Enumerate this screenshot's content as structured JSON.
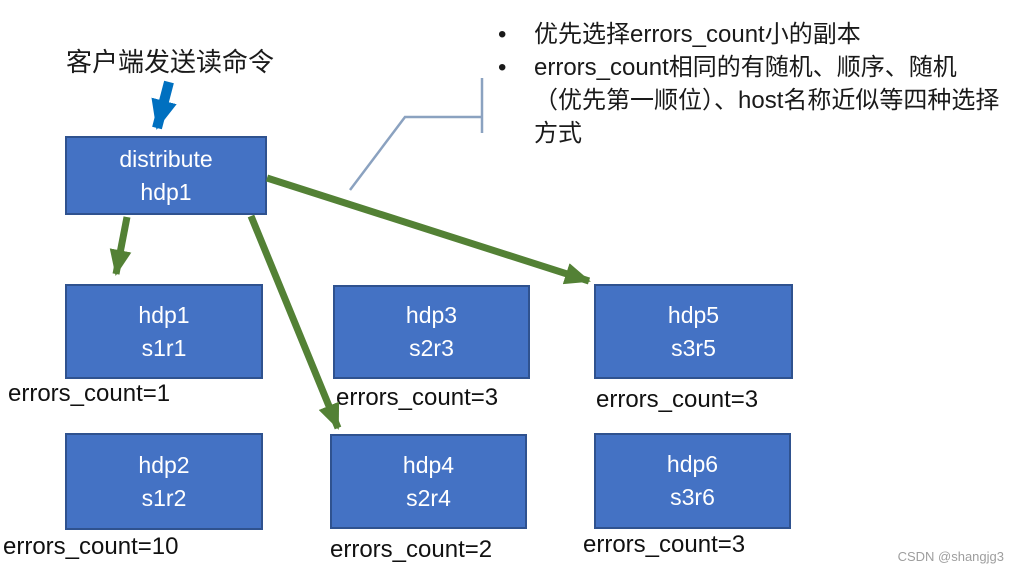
{
  "title": "客户端发送读命令",
  "callout": {
    "bullets": [
      "优先选择errors_count小的副本",
      "errors_count相同的有随机、顺序、随机（优先第一顺位）、host名称近似等四种选择方式"
    ]
  },
  "distribute": {
    "line1": "distribute",
    "line2": "hdp1"
  },
  "nodes": {
    "hdp1": {
      "line1": "hdp1",
      "line2": "s1r1",
      "errors": "errors_count=1"
    },
    "hdp3": {
      "line1": "hdp3",
      "line2": "s2r3",
      "errors": "errors_count=3"
    },
    "hdp5": {
      "line1": "hdp5",
      "line2": "s3r5",
      "errors": "errors_count=3"
    },
    "hdp2": {
      "line1": "hdp2",
      "line2": "s1r2",
      "errors": "errors_count=10"
    },
    "hdp4": {
      "line1": "hdp4",
      "line2": "s2r4",
      "errors": "errors_count=2"
    },
    "hdp6": {
      "line1": "hdp6",
      "line2": "s3r6",
      "errors": "errors_count=3"
    }
  },
  "watermark": "CSDN @shangjg3",
  "colors": {
    "node_fill": "#4472c4",
    "node_border": "#2f528f",
    "arrow_green": "#538135",
    "arrow_blue": "#0070c0",
    "connector": "#8ba2c0",
    "text_dark": "#1a1a1a",
    "watermark_gray": "#9e9e9e"
  }
}
